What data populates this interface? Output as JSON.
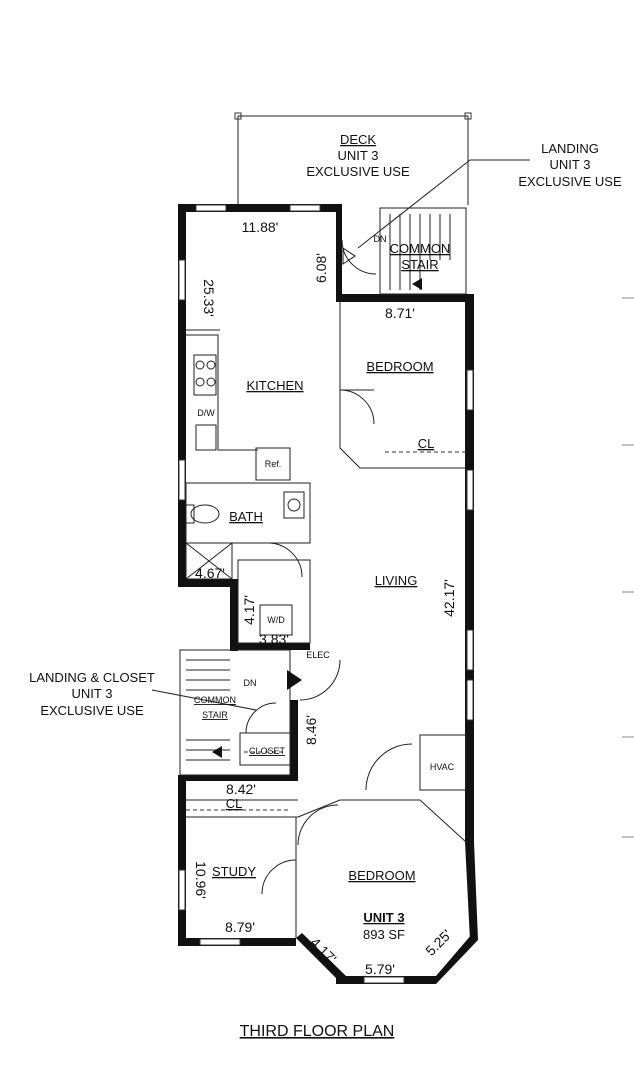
{
  "title": "THIRD FLOOR PLAN",
  "unit": {
    "name": "UNIT 3",
    "area": "893 SF"
  },
  "notes": {
    "deck": [
      "DECK",
      "UNIT 3",
      "EXCLUSIVE USE"
    ],
    "landing_top": [
      "LANDING",
      "UNIT 3",
      "EXCLUSIVE USE"
    ],
    "landing_closet": [
      "LANDING & CLOSET",
      "UNIT 3",
      "EXCLUSIVE USE"
    ]
  },
  "rooms": {
    "kitchen": "KITCHEN",
    "bedroom_top": "BEDROOM",
    "bath": "BATH",
    "living": "LIVING",
    "common_stair_top": [
      "COMMON",
      "STAIR"
    ],
    "common_stair_bottom": [
      "COMMON",
      "STAIR"
    ],
    "closet": "CLOSET",
    "study": "STUDY",
    "bedroom_bottom": "BEDROOM",
    "hvac": "HVAC",
    "cl_top": "CL",
    "cl_bottom": "CL",
    "wd": "W/D",
    "elec": "ELEC",
    "dn_top": "DN",
    "dn_bottom": "DN",
    "dw": "D/W",
    "ref": "Ref."
  },
  "dimensions": {
    "kitchen_width": "11.88'",
    "kitchen_length": "25.33'",
    "landing_depth": "6.08'",
    "bedroom_top_width": "8.71'",
    "bath_closet_width": "4.67'",
    "laundry_depth": "4.17'",
    "laundry_width": "3.83'",
    "living_length": "42.17'",
    "stair_depth": "8.46'",
    "closet_bottom_width": "8.42'",
    "study_length": "10.96'",
    "study_width": "8.79'",
    "bay_left": "4.17'",
    "bay_center": "5.79'",
    "bay_right": "5.25'"
  }
}
